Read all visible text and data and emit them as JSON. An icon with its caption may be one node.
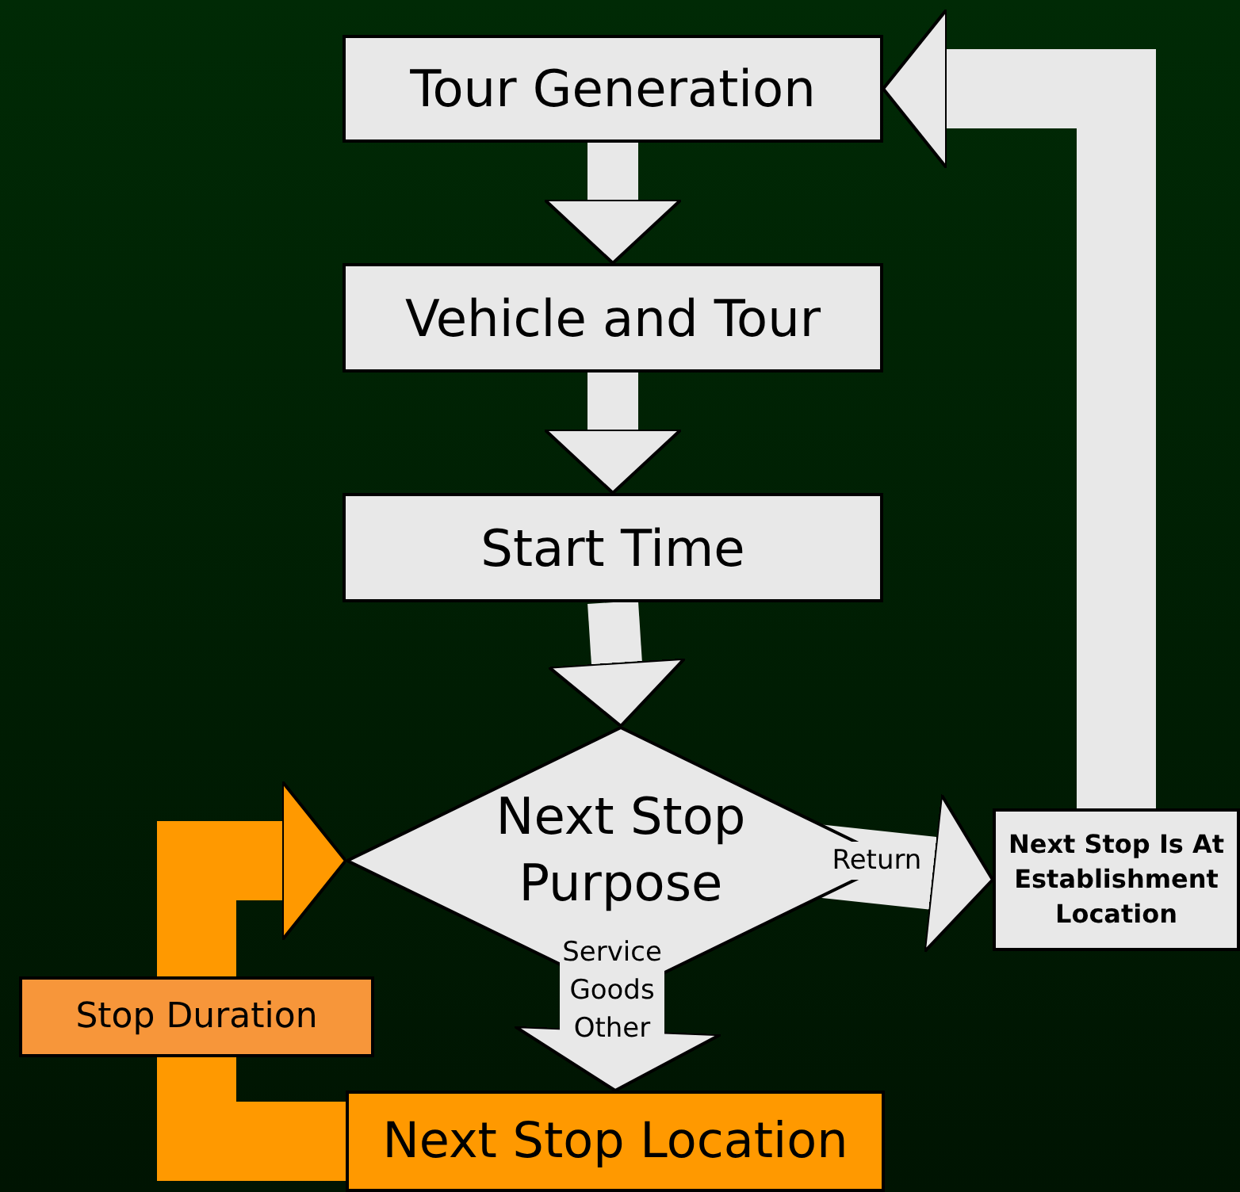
{
  "diagram": {
    "nodes": [
      {
        "text": [
          "Tour Generation"
        ]
      },
      {
        "text": [
          "Vehicle and Tour"
        ]
      },
      {
        "text": [
          "Start Time"
        ]
      },
      {
        "text": [
          "Next Stop Purpose"
        ]
      },
      {
        "text": [
          "Next Stop Is At Establishment Location"
        ]
      },
      {
        "text": [
          "Stop Duration"
        ]
      },
      {
        "text": [
          "Next Stop Location"
        ]
      }
    ],
    "edges": [
      {
        "from": 0,
        "to": 1,
        "arrow": "to"
      },
      {
        "from": 1,
        "to": 2,
        "arrow": "to"
      },
      {
        "from": 2,
        "to": 3,
        "arrow": "to"
      },
      {
        "from": 3,
        "to": 4,
        "arrow": "to",
        "label": "Return"
      },
      {
        "from": 3,
        "to": 6,
        "arrow": "to",
        "label": "Service Goods Other"
      },
      {
        "from": 4,
        "to": 0,
        "arrow": "to"
      },
      {
        "from": 6,
        "to": 5,
        "arrow": "none",
        "color": "#ff9900"
      },
      {
        "from": 5,
        "to": 3,
        "arrow": "to",
        "color": "#ff9900"
      }
    ]
  }
}
